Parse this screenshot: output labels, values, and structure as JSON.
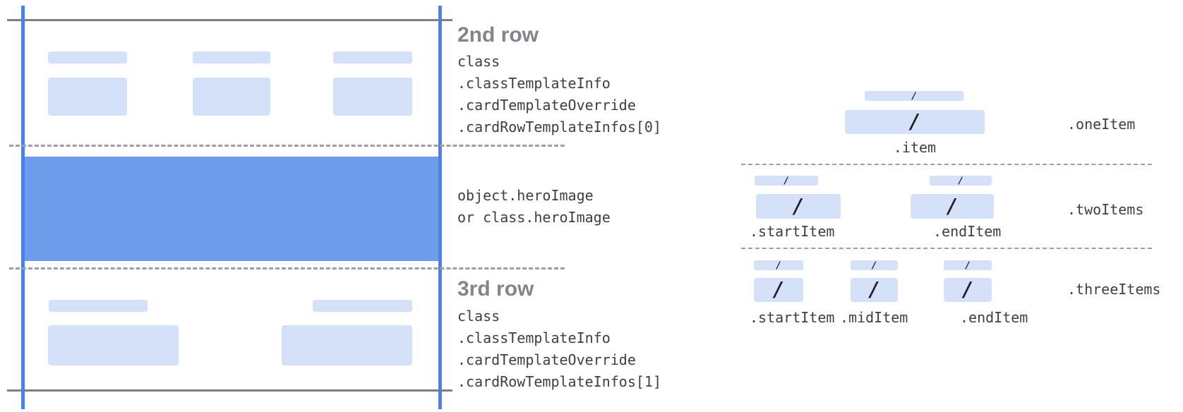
{
  "glyphs": {
    "slash": "/"
  },
  "left_card": {
    "row2": {
      "heading": "2nd row",
      "code": "class\n.classTemplateInfo\n.cardTemplateOverride\n.cardRowTemplateInfos[0]"
    },
    "hero": {
      "code": "object.heroImage\nor class.heroImage"
    },
    "row3": {
      "heading": "3rd row",
      "code": "class\n.classTemplateInfo\n.cardTemplateOverride\n.cardRowTemplateInfos[1]"
    }
  },
  "right_panel": {
    "one_item": {
      "name_label": ".oneItem",
      "item_label": ".item"
    },
    "two_items": {
      "name_label": ".twoItems",
      "start_label": ".startItem",
      "end_label": ".endItem"
    },
    "three_items": {
      "name_label": ".threeItems",
      "start_label": ".startItem",
      "mid_label": ".midItem",
      "end_label": ".endItem"
    }
  },
  "colors": {
    "guide_blue": "#4a80e8",
    "hero_blue": "#6d9ceb",
    "bar_blue": "#d5e1f8",
    "solid_line_gray": "#7d7f83",
    "dashed_line_gray": "#9aa0a6",
    "heading_gray": "#80868b",
    "code_text": "#3c4043",
    "slash_dark": "#1f2124"
  }
}
